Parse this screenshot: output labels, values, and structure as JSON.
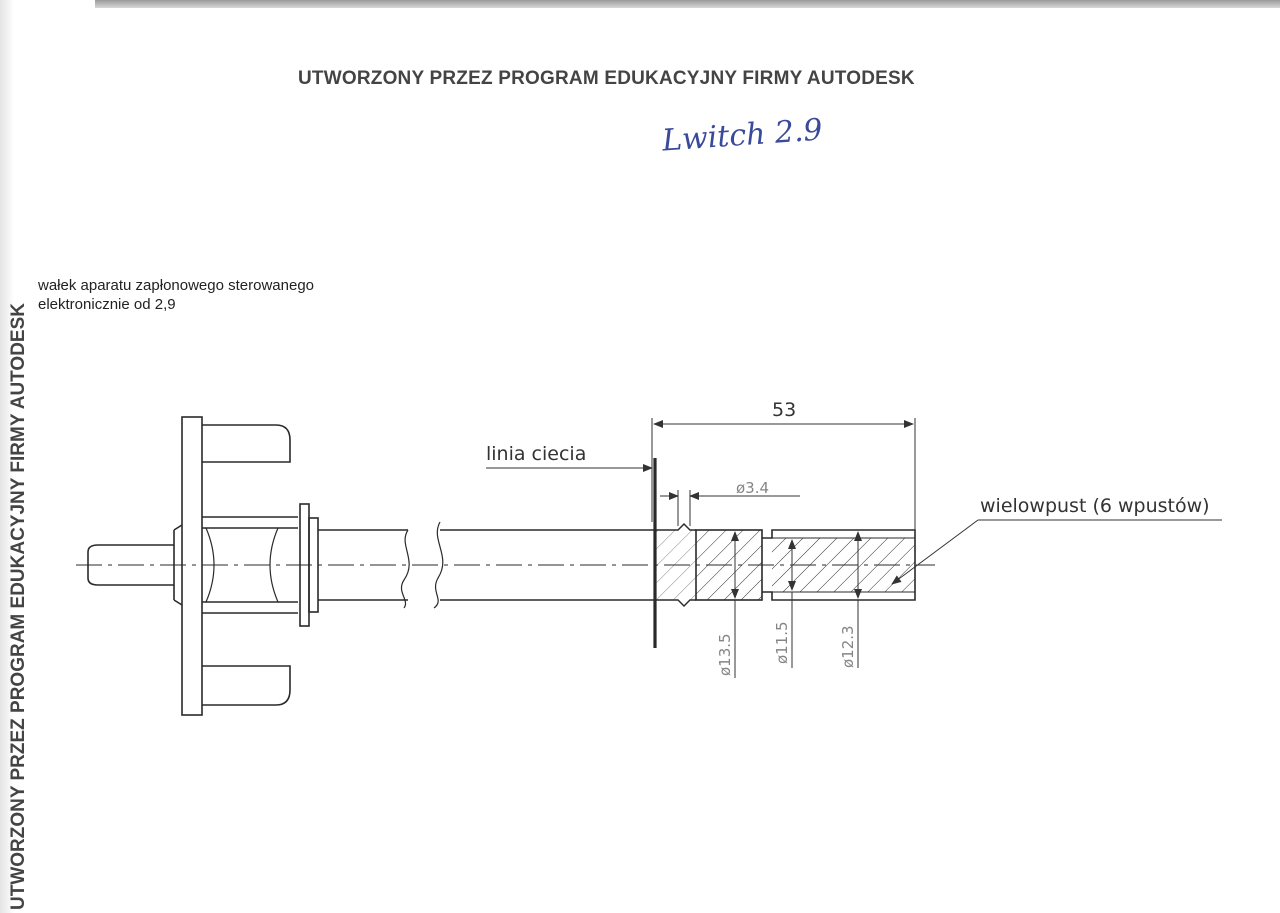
{
  "document": {
    "watermark_top": "UTWORZONY PRZEZ PROGRAM EDUKACYJNY FIRMY AUTODESK",
    "watermark_side": "UTWORZONY PRZEZ PROGRAM EDUKACYJNY FIRMY AUTODESK",
    "handwritten_note": "Lwitch 2.9",
    "caption_line1": "wałek aparatu zapłonowego sterowanego",
    "caption_line2": "elektronicznie od 2,9"
  },
  "drawing": {
    "length_dim": "53",
    "cut_line_label": "linia ciecia",
    "spline_label": "wielowpust (6 wpustów)",
    "dia_groove": "ø3.4",
    "dia_major": "ø13.5",
    "dia_minor": "ø11.5",
    "dia_spline": "ø12.3"
  }
}
